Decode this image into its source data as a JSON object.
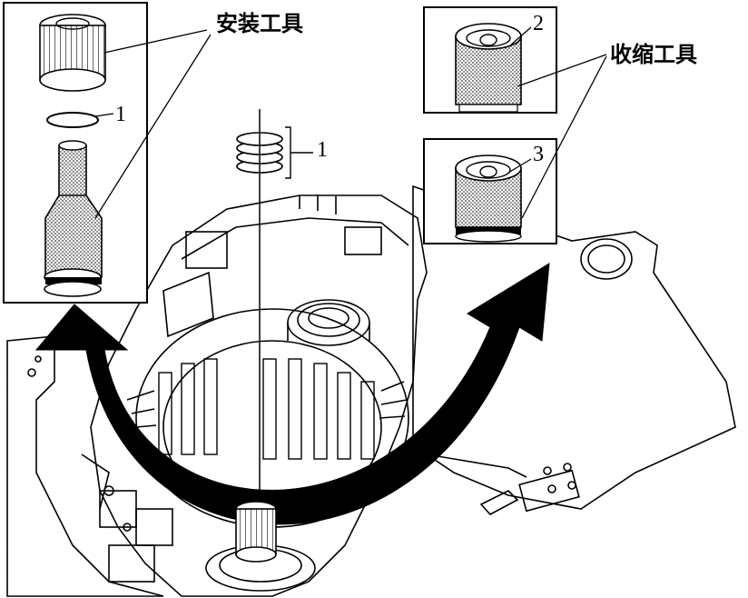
{
  "labels": {
    "install_tool": "安装工具",
    "retract_tool": "收缩工具",
    "callout_1_inset": "1",
    "callout_1_main": "1",
    "callout_2": "2",
    "callout_3": "3"
  },
  "colors": {
    "ink": "#000000",
    "paper": "#ffffff",
    "knurl": "#555555"
  }
}
